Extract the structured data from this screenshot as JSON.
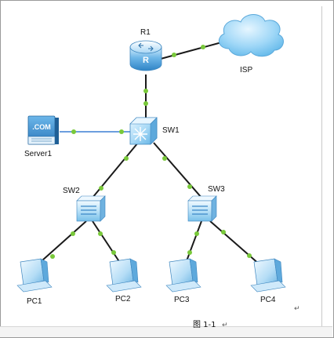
{
  "diagram": {
    "nodes": {
      "r1": {
        "label": "R1",
        "kind": "router"
      },
      "isp": {
        "label": "ISP",
        "kind": "cloud"
      },
      "sw1": {
        "label": "SW1",
        "kind": "core-switch"
      },
      "server1": {
        "label": "Server1",
        "kind": "server",
        "badge": ".COM"
      },
      "sw2": {
        "label": "SW2",
        "kind": "switch"
      },
      "sw3": {
        "label": "SW3",
        "kind": "switch"
      },
      "pc1": {
        "label": "PC1",
        "kind": "pc"
      },
      "pc2": {
        "label": "PC2",
        "kind": "pc"
      },
      "pc3": {
        "label": "PC3",
        "kind": "pc"
      },
      "pc4": {
        "label": "PC4",
        "kind": "pc"
      }
    },
    "links": [
      {
        "from": "r1",
        "to": "isp"
      },
      {
        "from": "r1",
        "to": "sw1"
      },
      {
        "from": "server1",
        "to": "sw1"
      },
      {
        "from": "sw1",
        "to": "sw2"
      },
      {
        "from": "sw1",
        "to": "sw3"
      },
      {
        "from": "sw2",
        "to": "pc1"
      },
      {
        "from": "sw2",
        "to": "pc2"
      },
      {
        "from": "sw3",
        "to": "pc3"
      },
      {
        "from": "sw3",
        "to": "pc4"
      }
    ],
    "caption": "图 1-1",
    "paragraph_mark": "↵",
    "colors": {
      "device_blue": "#4a9fd8",
      "cloud_blue": "#8fd0f5",
      "link_dot_green": "#79c93a",
      "link_line": "#1a1a1a",
      "server_link": "#3b7fd4"
    }
  }
}
